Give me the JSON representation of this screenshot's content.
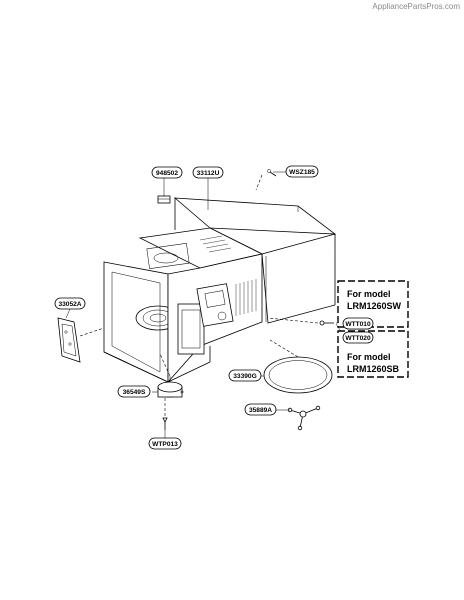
{
  "watermark": "AppliancePartsPros.com",
  "parts": {
    "p948502": "948502",
    "p33112U": "33112U",
    "pWSZ185": "WSZ185",
    "p33052A": "33052A",
    "pWTT010": "WTT010",
    "pWTT020": "WTT020",
    "p33390G": "33390G",
    "p36549S": "36549S",
    "p35889A": "35889A",
    "pWTP013": "WTP013"
  },
  "model_notes": {
    "box1_line1": "For model",
    "box1_line2": "LRM1260SW",
    "box2_line1": "For model",
    "box2_line2": "LRM1260SB"
  }
}
